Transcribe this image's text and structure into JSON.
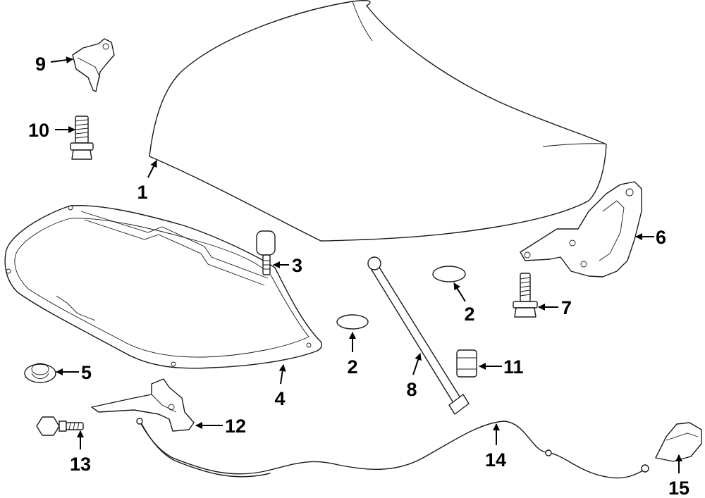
{
  "callouts": {
    "c1": "1",
    "c2a": "2",
    "c2b": "2",
    "c3": "3",
    "c4": "4",
    "c5": "5",
    "c6": "6",
    "c7": "7",
    "c8": "8",
    "c9": "9",
    "c10": "10",
    "c11": "11",
    "c12": "12",
    "c13": "13",
    "c14": "14",
    "c15": "15"
  }
}
